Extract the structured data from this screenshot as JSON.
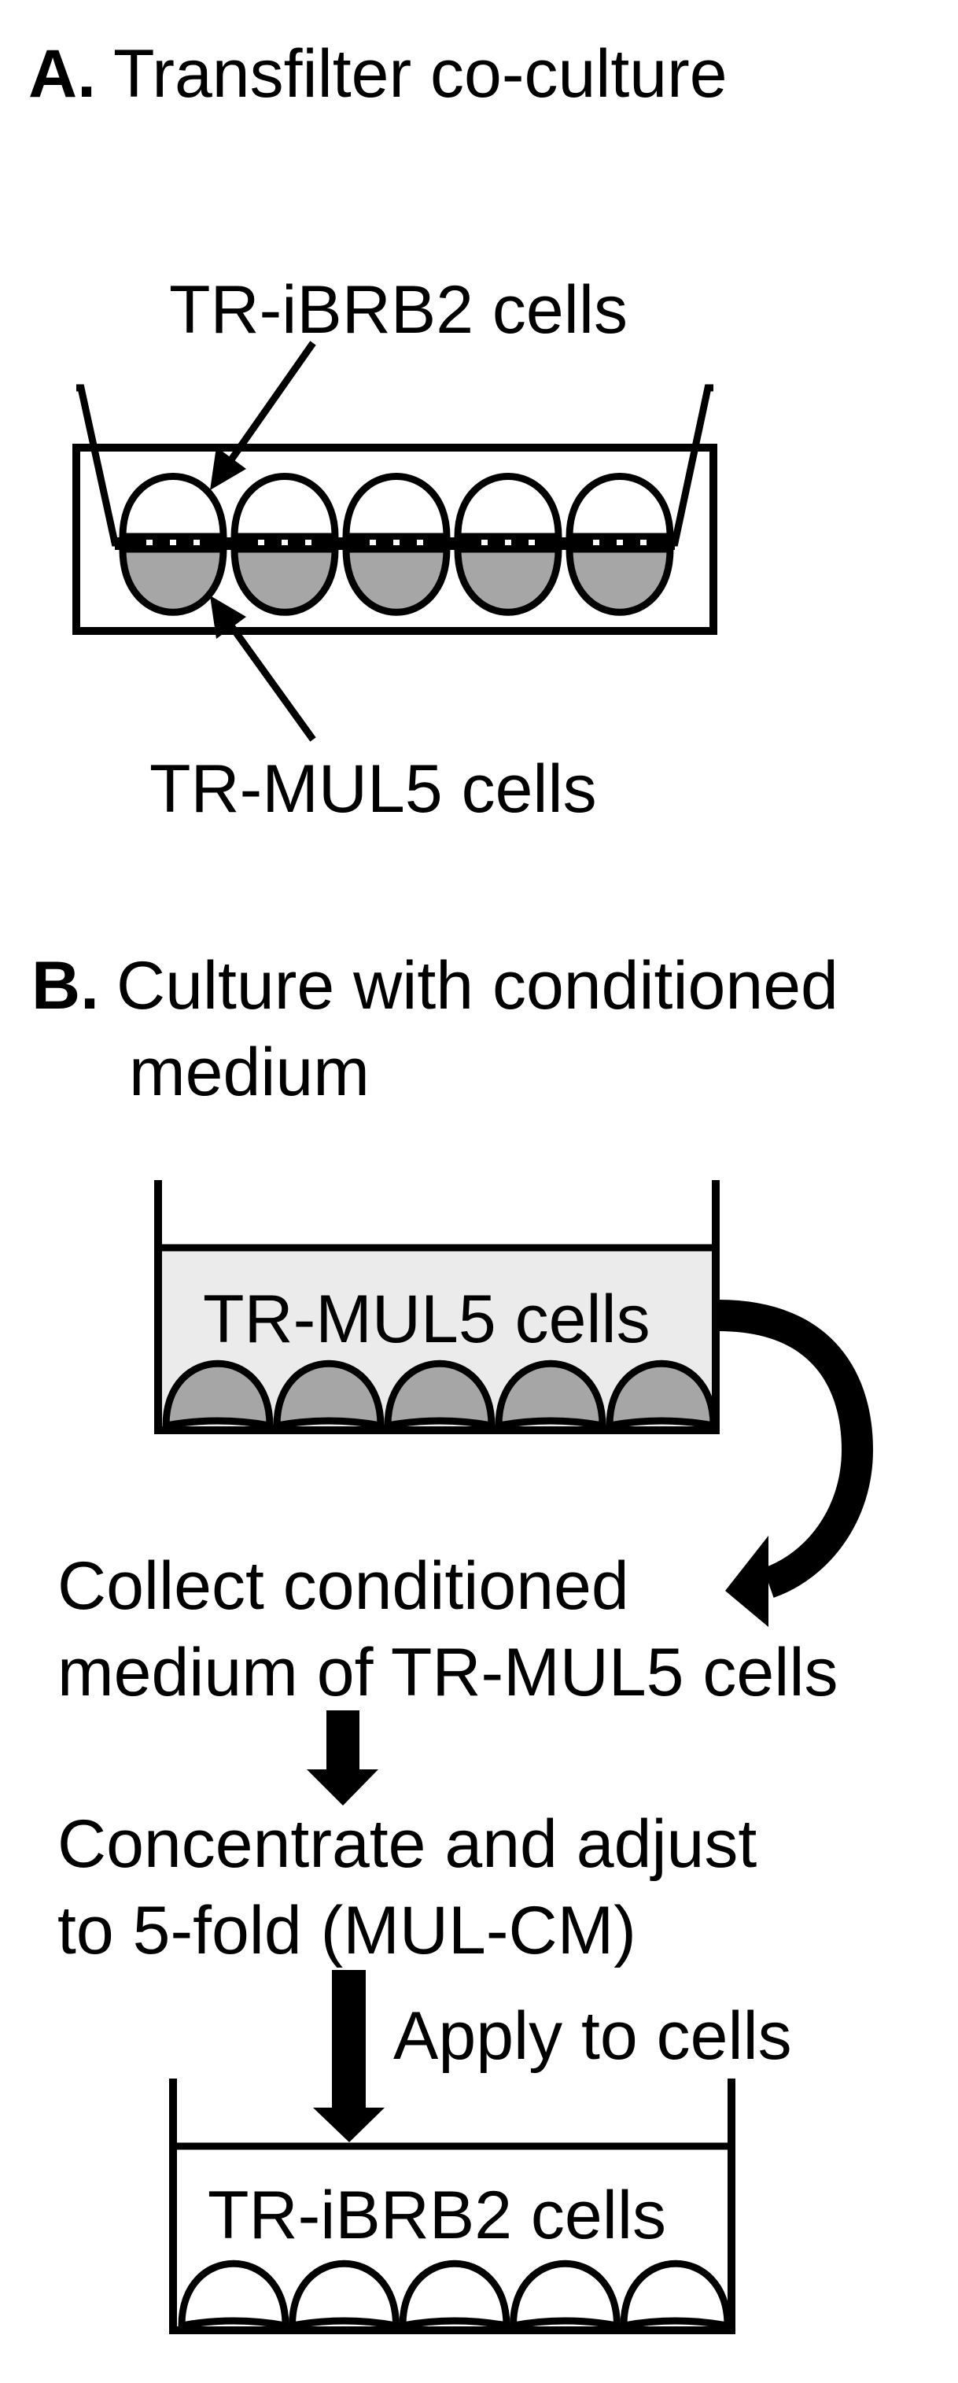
{
  "panel_a": {
    "label": "A.",
    "title": "Transfilter co-culture",
    "upper_cell_label": "TR-iBRB2 cells",
    "lower_cell_label": "TR-MUL5 cells",
    "upper_cell_count": 5,
    "lower_cell_count": 5
  },
  "panel_b": {
    "label": "B.",
    "title_line1": "Culture with conditioned",
    "title_line2": "medium",
    "source_well_label": "TR-MUL5 cells",
    "step1_line1": "Collect conditioned",
    "step1_line2": "medium of TR-MUL5 cells",
    "step2_line1": "Concentrate and adjust",
    "step2_line2": "to 5-fold (MUL-CM)",
    "apply_label": "Apply to cells",
    "target_well_label": "TR-iBRB2 cells",
    "source_cell_count": 5,
    "target_cell_count": 5
  },
  "colors": {
    "line": "#000000",
    "mul5_cell_fill": "#a6a6a6",
    "medium_fill": "#ebebeb",
    "ibrb2_cell_fill": "#ffffff",
    "background": "#ffffff"
  }
}
